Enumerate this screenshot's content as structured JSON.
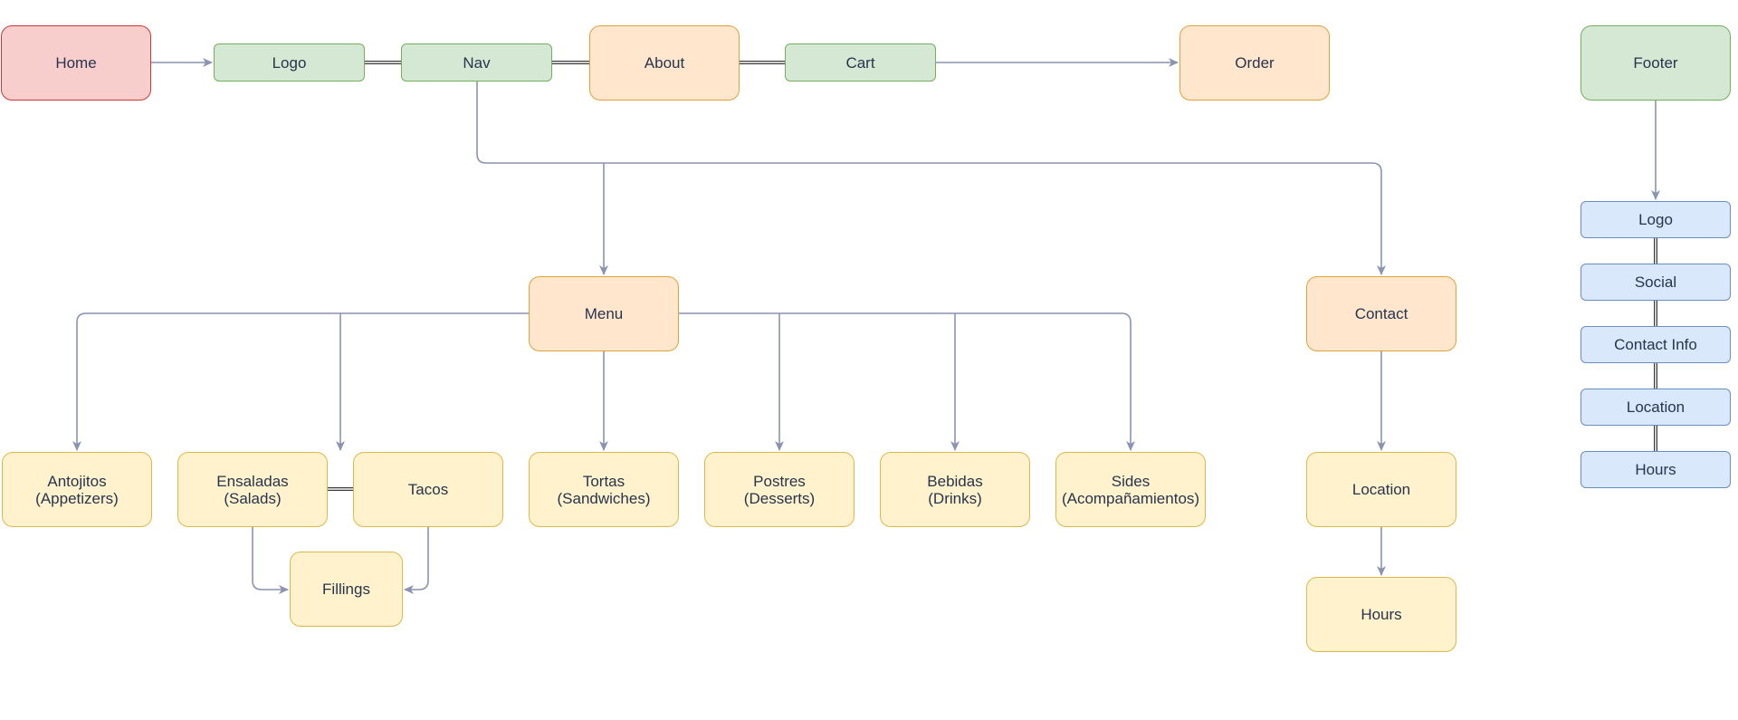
{
  "colors": {
    "home_fill": "#f8cecc",
    "home_stroke": "#c83a3a",
    "component_fill": "#d5e8d4",
    "component_stroke": "#74ae5e",
    "page_fill": "#ffe6cc",
    "page_stroke": "#dda23b",
    "section_fill": "#fff2cc",
    "section_stroke": "#dcb84a",
    "footer_item_fill": "#dae8fc",
    "footer_item_stroke": "#6c8ebf",
    "connector": "#8a94b0"
  },
  "nodes": {
    "home": "Home",
    "logo": "Logo",
    "nav": "Nav",
    "about": "About",
    "cart": "Cart",
    "order": "Order",
    "footer": "Footer",
    "menu": "Menu",
    "contact": "Contact",
    "antojitos": "Antojitos\n(Appetizers)",
    "ensaladas": "Ensaladas\n(Salads)",
    "tacos": "Tacos",
    "tortas": "Tortas\n(Sandwiches)",
    "postres": "Postres\n(Desserts)",
    "bebidas": "Bebidas\n(Drinks)",
    "sides": "Sides\n(Acompañamientos)",
    "fillings": "Fillings",
    "contact_location": "Location",
    "contact_hours": "Hours",
    "footer_logo": "Logo",
    "footer_social": "Social",
    "footer_contact_info": "Contact Info",
    "footer_location": "Location",
    "footer_hours": "Hours"
  }
}
